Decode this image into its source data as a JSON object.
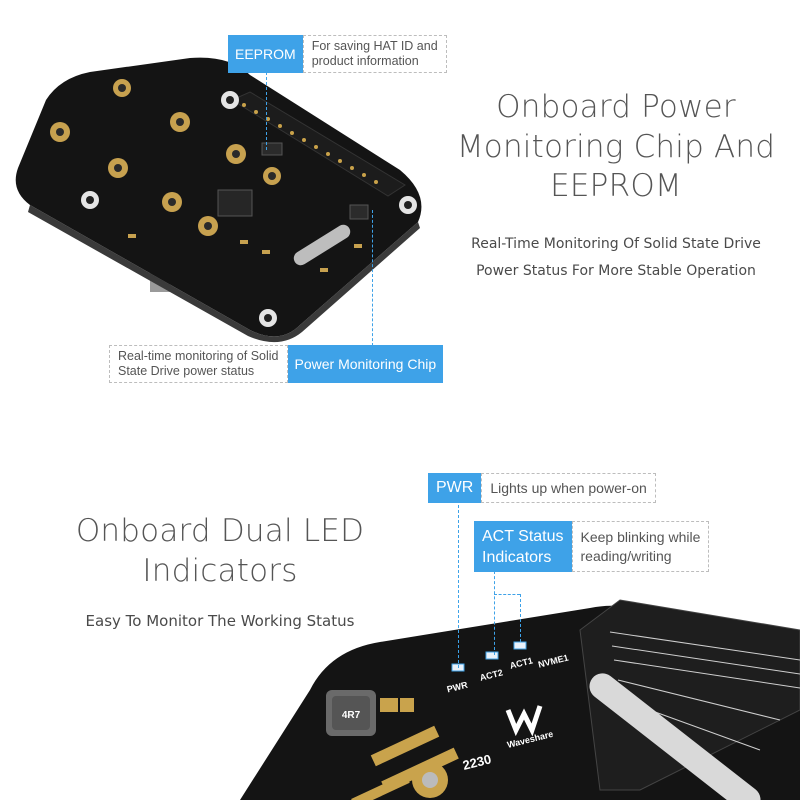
{
  "section1": {
    "title_lines": [
      "Onboard Power",
      "Monitoring Chip And",
      "EEPROM"
    ],
    "desc_lines": [
      "Real-Time Monitoring Of Solid State Drive",
      "Power Status For More Stable Operation"
    ],
    "eeprom_callout": {
      "badge": "EEPROM",
      "note_lines": [
        "For saving HAT ID and",
        "product information"
      ]
    },
    "power_callout": {
      "badge": "Power Monitoring Chip",
      "note_lines": [
        "Real-time monitoring of Solid",
        "State Drive power status"
      ]
    }
  },
  "section2": {
    "title_lines": [
      "Onboard Dual LED",
      "Indicators"
    ],
    "desc": "Easy To Monitor The Working Status",
    "pwr_callout": {
      "badge": "PWR",
      "note": "Lights up when power-on"
    },
    "act_callout": {
      "badge_lines": [
        "ACT Status",
        "Indicators"
      ],
      "note_lines": [
        "Keep blinking while",
        "reading/writing"
      ]
    },
    "board_labels": {
      "pwr": "PWR",
      "act2": "ACT2",
      "act1": "ACT1",
      "nvme": "NVME1",
      "size": "2230",
      "brand": "Waveshare",
      "inductor": "4R7"
    }
  },
  "colors": {
    "accent": "#3ea2e8",
    "board": "#141414"
  }
}
